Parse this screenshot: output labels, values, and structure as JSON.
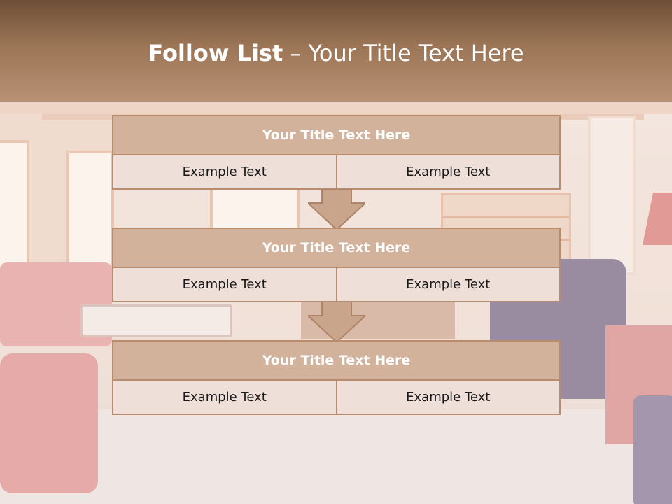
{
  "header": {
    "title_bold": "Follow List",
    "title_rest": " – Your Title Text Here"
  },
  "steps": [
    {
      "title": "Your Title Text Here",
      "left": "Example Text",
      "right": "Example Text"
    },
    {
      "title": "Your Title Text Here",
      "left": "Example Text",
      "right": "Example Text"
    },
    {
      "title": "Your Title Text Here",
      "left": "Example Text",
      "right": "Example Text"
    }
  ],
  "colors": {
    "header_dark": "#6e4f37",
    "box_header": "#d3b29c",
    "box_border": "#b88c6d",
    "box_fill": "#efdfd9"
  }
}
